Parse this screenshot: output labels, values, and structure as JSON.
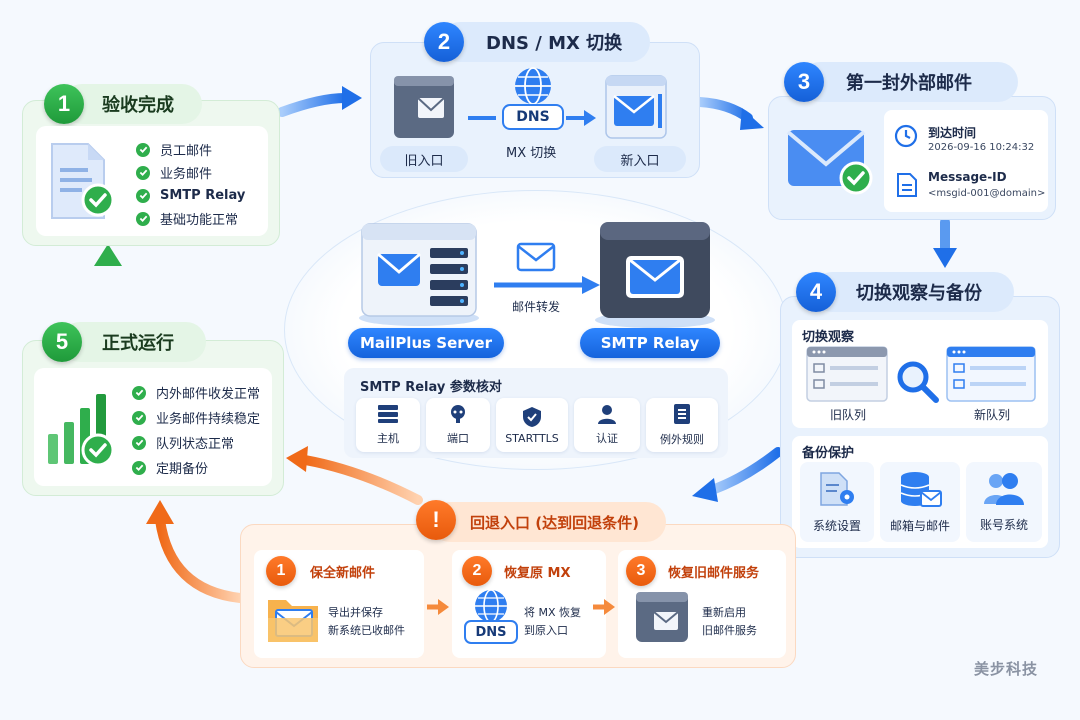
{
  "step1": {
    "num": "1",
    "title": "验收完成",
    "items": [
      "员工邮件",
      "业务邮件",
      "SMTP Relay",
      "基础功能正常"
    ]
  },
  "step2": {
    "num": "2",
    "title": "DNS / MX 切换",
    "dns_label": "DNS",
    "switch_label": "MX 切换",
    "old_entry": "旧入口",
    "new_entry": "新入口"
  },
  "step3": {
    "num": "3",
    "title": "第一封外部邮件",
    "arrival_label": "到达时间",
    "arrival_value": "2026-09-16 10:24:32",
    "message_id_label": "Message-ID",
    "message_id_value": "<msgid-001@domain>"
  },
  "step4": {
    "num": "4",
    "title": "切换观察与备份",
    "observe_title": "切换观察",
    "old_queue": "旧队列",
    "new_queue": "新队列",
    "backup_title": "备份保护",
    "backup_items": [
      "系统设置",
      "邮箱与邮件",
      "账号系统"
    ]
  },
  "step5": {
    "num": "5",
    "title": "正式运行",
    "items": [
      "内外邮件收发正常",
      "业务邮件持续稳定",
      "队列状态正常",
      "定期备份"
    ]
  },
  "center": {
    "server_left": "MailPlus Server",
    "server_right": "SMTP Relay",
    "forward_label": "邮件转发",
    "check_title": "SMTP Relay 参数核对",
    "params": [
      "主机",
      "端口",
      "STARTTLS",
      "认证",
      "例外规则"
    ]
  },
  "rollback": {
    "icon": "!",
    "title": "回退入口 (达到回退条件)",
    "steps": [
      {
        "num": "1",
        "title": "保全新邮件",
        "desc1": "导出并保存",
        "desc2": "新系统已收邮件"
      },
      {
        "num": "2",
        "title": "恢复原 MX",
        "badge": "DNS",
        "desc1": "将 MX 恢复",
        "desc2": "到原入口"
      },
      {
        "num": "3",
        "title": "恢复旧邮件服务",
        "desc1": "重新启用",
        "desc2": "旧邮件服务"
      }
    ]
  },
  "watermark": "美步科技",
  "colors": {
    "green": "#2fae4c",
    "blue": "#1f6fe8",
    "orange": "#f0701e"
  }
}
